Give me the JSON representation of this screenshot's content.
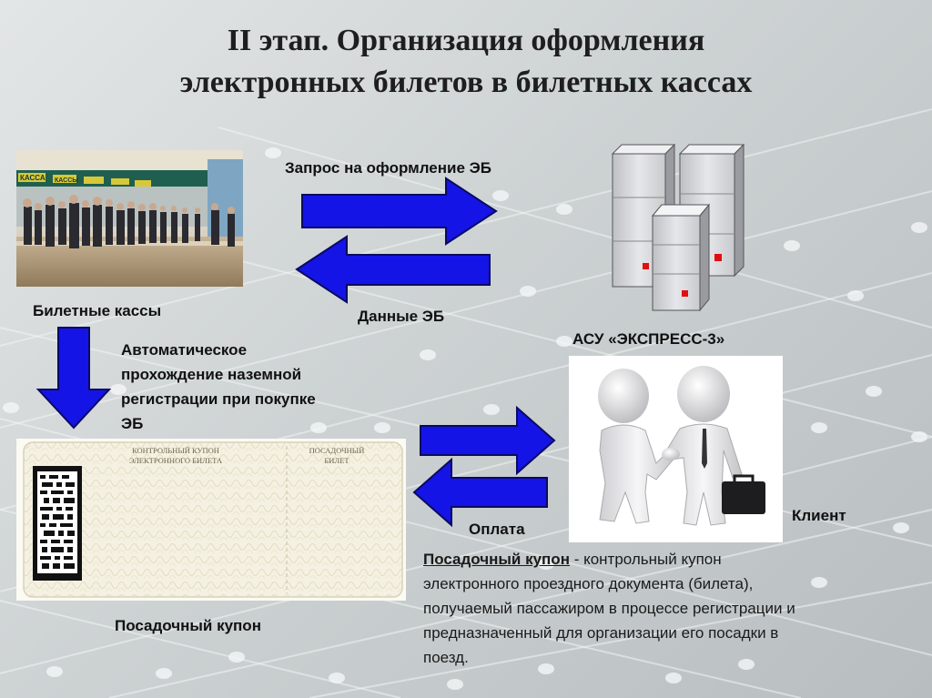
{
  "slide": {
    "title_line1": "II этап. Организация оформления",
    "title_line2": "электронных билетов в билетных кассах"
  },
  "labels": {
    "request": "Запрос на оформление ЭБ",
    "data": "Данные ЭБ",
    "ticket_offices": "Билетные кассы",
    "asu": "АСУ «ЭКСПРЕСС-3»",
    "auto_line1": "Автоматическое",
    "auto_line2": "прохождение наземной",
    "auto_line3": "регистрации при покупке",
    "auto_line4": "ЭБ",
    "client": "Клиент",
    "payment": "Оплата",
    "boarding_coupon": "Посадочный купон"
  },
  "photo": {
    "sign1": "КАССА",
    "sign2": "КАССЫ"
  },
  "coupon": {
    "head_left_1": "КОНТРОЛЬНЫЙ КУПОН",
    "head_left_2": "ЭЛЕКТРОННОГО БИЛЕТА",
    "head_right_1": "ПОСАДОЧНЫЙ",
    "head_right_2": "БИЛЕТ"
  },
  "definition": {
    "term": "Посадочный купон",
    "line1": " - контрольный купон",
    "line2": "электронного проездного документа (билета),",
    "line3": "получаемый пассажиром в процессе регистрации и",
    "line4": "предназначенный для организации его посадки в",
    "line5": "поезд."
  },
  "colors": {
    "arrow_fill": "#1414e6",
    "arrow_stroke": "#0a0a60",
    "server_marker": "#e01010"
  }
}
